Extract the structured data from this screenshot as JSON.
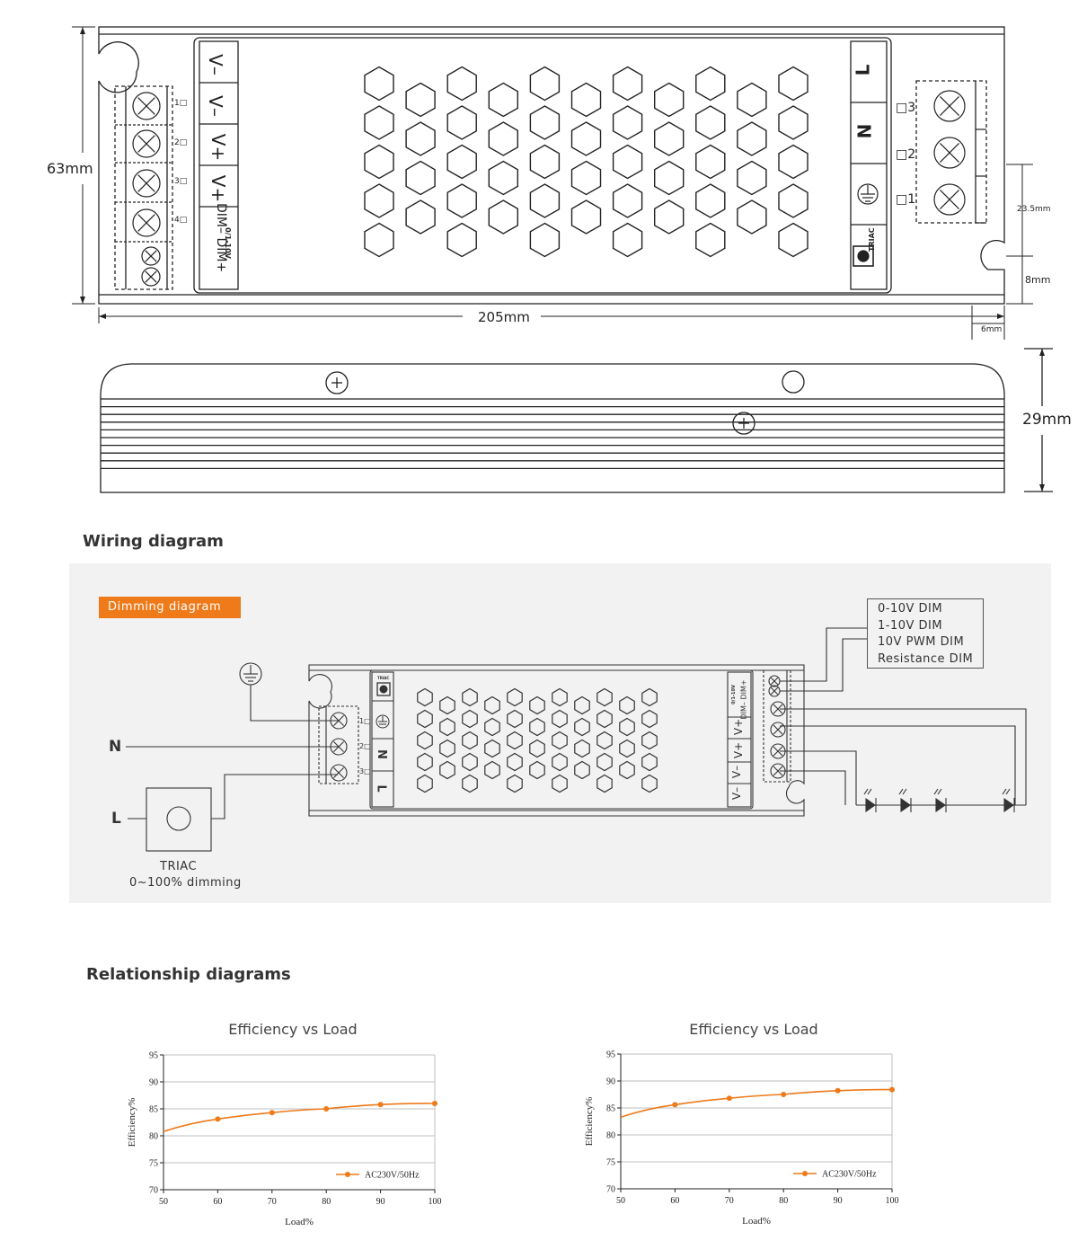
{
  "dimensions": {
    "height_label": "63mm",
    "length_label": "205mm",
    "terminal_pitch_label": "23.5mm",
    "slot_height_label": "8mm",
    "slot_width_label": "6mm",
    "depth_label": "29mm"
  },
  "top_view": {
    "output_terminals": [
      "V–",
      "V–",
      "V+",
      "V+",
      "DIM–",
      "DIM+"
    ],
    "output_dim_tag": "0/1-10V",
    "input_terminals": [
      "L",
      "N"
    ],
    "triac_tag": "TRIAC",
    "left_block_numbers": [
      "1",
      "2",
      "3",
      "4"
    ],
    "right_block_numbers": [
      "3",
      "2",
      "1"
    ]
  },
  "wiring": {
    "section_title": "Wiring diagram",
    "badge": "Dimming diagram",
    "n_label": "N",
    "l_label": "L",
    "triac_caption_1": "TRIAC",
    "triac_caption_2": "0~100% dimming",
    "dim_modes": [
      "0-10V DIM",
      "1-10V DIM",
      "10V PWM DIM",
      "Resistance DIM"
    ],
    "driver_outputs": [
      "DIM+",
      "DIM–",
      "V+",
      "V+",
      "V–",
      "V–"
    ],
    "driver_dim_tag": "0/1-10V",
    "driver_inputs": [
      "N",
      "L"
    ],
    "driver_triac_tag": "TRIAC",
    "left_block_numbers": [
      "1",
      "2",
      "3"
    ]
  },
  "relationship": {
    "section_title": "Relationship diagrams"
  },
  "chart_data": [
    {
      "type": "line",
      "title": "Efficiency vs Load",
      "xlabel": "Load%",
      "ylabel": "Efficiency%",
      "xlim": [
        50,
        100
      ],
      "ylim": [
        70,
        95
      ],
      "xticks": [
        50,
        60,
        70,
        80,
        90,
        100
      ],
      "yticks": [
        70,
        75,
        80,
        85,
        90,
        95
      ],
      "grid": true,
      "legend": "bottom-right",
      "series": [
        {
          "name": "AC230V/50Hz",
          "color": "#ee7a1a",
          "x": [
            50,
            60,
            70,
            80,
            90,
            100
          ],
          "y": [
            80.8,
            83.1,
            84.3,
            85.0,
            85.8,
            86.0
          ]
        }
      ]
    },
    {
      "type": "line",
      "title": "Efficiency vs Load",
      "xlabel": "Load%",
      "ylabel": "Efficiency%",
      "xlim": [
        50,
        100
      ],
      "ylim": [
        70,
        95
      ],
      "xticks": [
        50,
        60,
        70,
        80,
        90,
        100
      ],
      "yticks": [
        70,
        75,
        80,
        85,
        90,
        95
      ],
      "grid": true,
      "legend": "bottom-right",
      "series": [
        {
          "name": "AC230V/50Hz",
          "color": "#ee7a1a",
          "x": [
            50,
            60,
            70,
            80,
            90,
            100
          ],
          "y": [
            83.3,
            85.6,
            86.8,
            87.5,
            88.2,
            88.4
          ]
        }
      ]
    }
  ]
}
